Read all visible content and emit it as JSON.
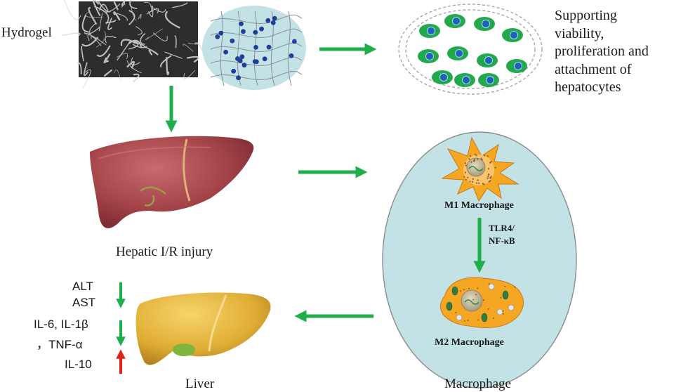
{
  "labels": {
    "hydrogel": "Hydrogel",
    "support": [
      "Supporting",
      "viability,",
      "proliferation and",
      "attachment of",
      "hepatocytes"
    ],
    "injury": "Hepatic I/R injury",
    "m1": "M1 Macrophage",
    "pathway": [
      "TLR4/",
      "NF-κB"
    ],
    "m2": "M2 Macrophage",
    "alt": "ALT",
    "ast": "AST",
    "il6": "IL-6, IL-1β",
    "tnf": "，TNF-α",
    "il10": "IL-10",
    "liver": "Liver",
    "macrophage": "Macrophage"
  },
  "markers": {
    "alt_ast": "down",
    "cytokines": "down",
    "il10": "up"
  },
  "colors": {
    "arrow_green": "#1fae4a",
    "arrow_red": "#e2231a",
    "ellipse_fill": "#c3e2e6",
    "cell_green": "#22a94c",
    "nucleus_blue": "#2060b8",
    "dot_blue": "#1d3f9a",
    "liver_red": "#a8454a",
    "liver_yellow": "#e2b43a",
    "macrophage_orange": "#f5a623"
  }
}
